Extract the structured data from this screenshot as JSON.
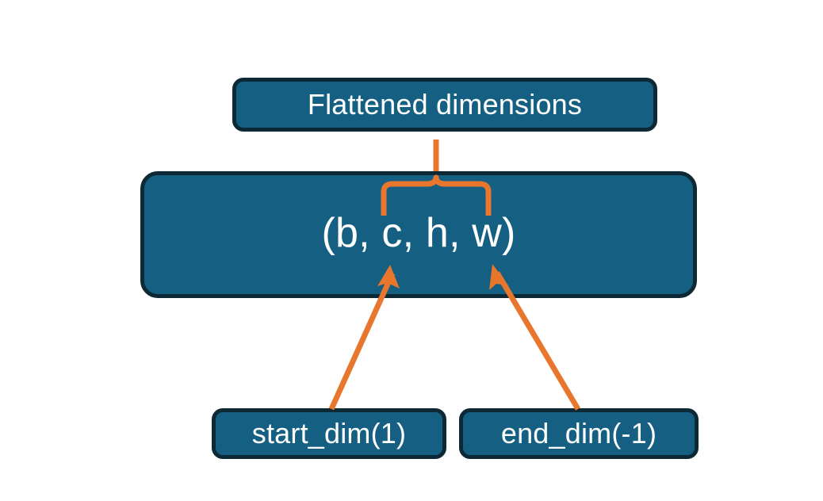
{
  "diagram": {
    "title_node": {
      "id": "flattened-dimensions",
      "label": "Flattened dimensions"
    },
    "shape_node": {
      "id": "tensor-shape",
      "label": "(b, c, h, w)",
      "dims": [
        "b",
        "c",
        "h",
        "w"
      ]
    },
    "argument_nodes": [
      {
        "id": "start-dim",
        "label": "start_dim(1)"
      },
      {
        "id": "end-dim",
        "label": "end_dim(-1)"
      }
    ],
    "connectors": [
      {
        "id": "flatten-brace",
        "kind": "curly-brace",
        "from": "tensor-shape",
        "to": "flattened-dimensions",
        "spans_dims": [
          "c",
          "h",
          "w"
        ]
      },
      {
        "id": "start-dim-arrow",
        "kind": "arrow",
        "from": "start-dim",
        "to": "tensor-shape",
        "points_at_dim": "c"
      },
      {
        "id": "end-dim-arrow",
        "kind": "arrow",
        "from": "end-dim",
        "to": "tensor-shape",
        "points_at_dim": "w"
      }
    ],
    "colors": {
      "node_fill": "#156082",
      "node_border": "#0c2935",
      "node_text": "#ffffff",
      "connector": "#e8762c",
      "background": "#ffffff"
    }
  }
}
